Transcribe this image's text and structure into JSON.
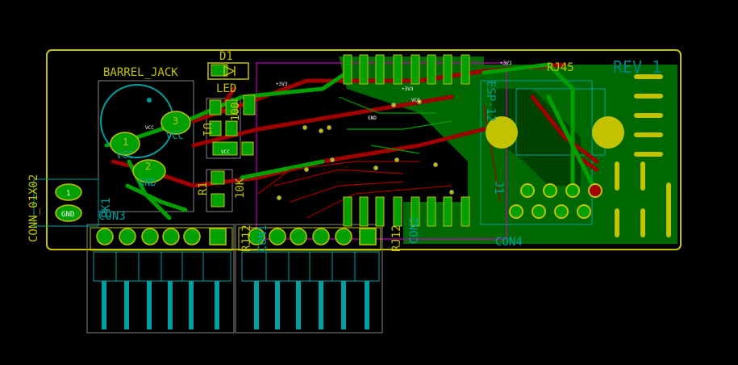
{
  "labels": {
    "d1": "D1",
    "barrel_jack": "BARREL_JACK",
    "led": "LED",
    "u1": "U1",
    "c1": "100",
    "r1": "R1",
    "r1_val": "10K",
    "conn_left": "CONN_01X02",
    "con3_a": "CON3",
    "con3_b": "PK1",
    "rj12_a": "RJ12",
    "rj12_b": "RJ12",
    "con1": "CON1",
    "con2": "CON2",
    "rj45": "RJ45",
    "rev": "REV 1",
    "con4": "CON4",
    "j1": "J1",
    "esp": "ESP-12",
    "vcc1": "VCC",
    "vcc3": "VCC",
    "gnd2": "GND",
    "pin1": "1",
    "pin2": "2",
    "pin3": "3",
    "hdr_pin1": "1",
    "hdr_gnd": "GND"
  },
  "net_labels": {
    "v3a": "+3V3",
    "v3b": "+3V3",
    "v3c": "+3V3",
    "gnd_a": "GND",
    "vcc_a": "VCC",
    "vcc_b": "VCC",
    "vcc_c": "VCC"
  },
  "colors": {
    "background": "#000000",
    "board_edge": "#c2c200",
    "copper_front": "#a00000",
    "copper_back": "#008400",
    "pad": "#c2c200",
    "silkscreen_front": "#c2c200",
    "silkscreen_back": "#00a0a0",
    "courtyard": "#c200c2",
    "fabrication": "#848484",
    "rev_text": "#008484"
  }
}
